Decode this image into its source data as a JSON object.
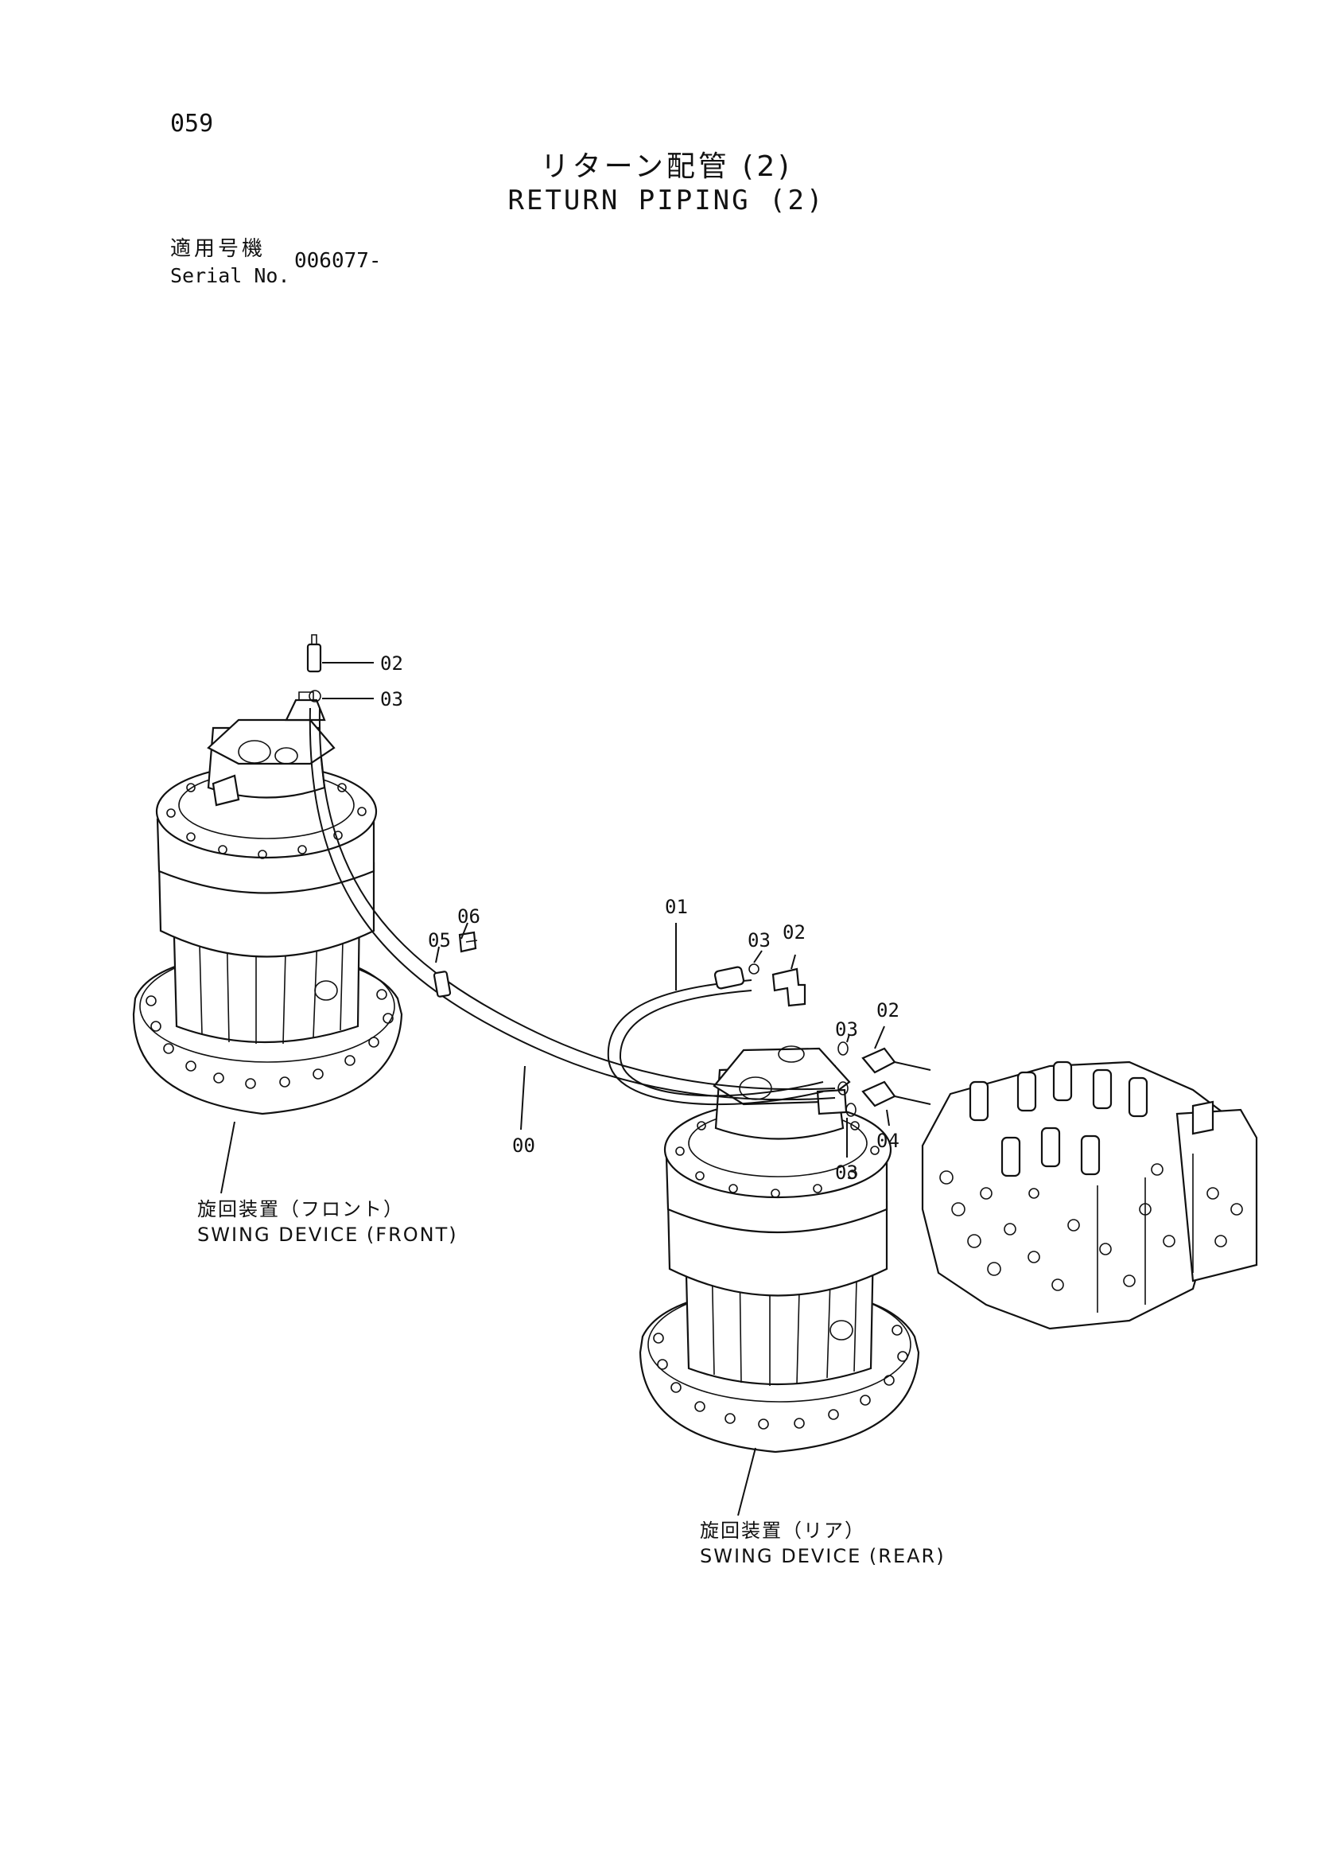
{
  "page": {
    "number": "059",
    "title_jp": "リターン配管 (2)",
    "title_en": "RETURN PIPING (2)",
    "serial_label_jp": "適用号機",
    "serial_label_en": "Serial No.",
    "serial_value": "006077-"
  },
  "diagram": {
    "callouts": {
      "top_02": "02",
      "top_03": "03",
      "c05": "05",
      "c06": "06",
      "c01": "01",
      "mid_03": "03",
      "mid_02": "02",
      "right_02": "02",
      "right_03": "03",
      "c00": "00",
      "right_04": "04",
      "low_03": "03"
    },
    "captions": {
      "front_jp": "旋回装置（フロント）",
      "front_en": "SWING DEVICE (FRONT)",
      "rear_jp": "旋回装置（リア）",
      "rear_en": "SWING DEVICE (REAR)"
    }
  }
}
